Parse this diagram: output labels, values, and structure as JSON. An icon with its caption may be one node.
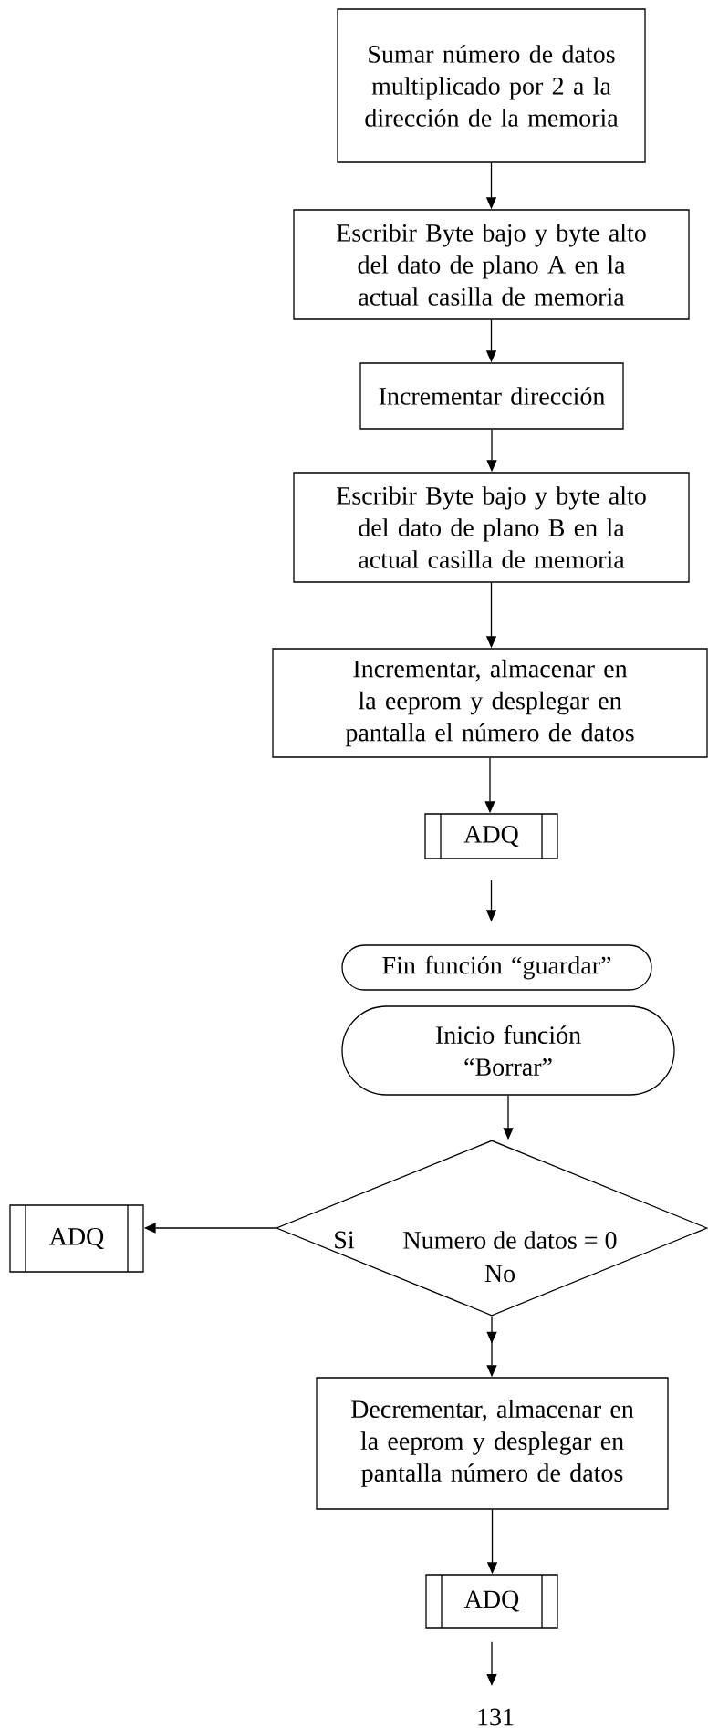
{
  "diagram": {
    "nodes": [
      {
        "text": [
          "Sumar número de datos multiplicado por 2 a la dirección de la memoria"
        ]
      },
      {
        "text": [
          "Escribir Byte bajo y byte alto del dato de plano A en la actual casilla de memoria"
        ]
      },
      {
        "text": [
          "Incrementar dirección"
        ]
      },
      {
        "text": [
          "Escribir Byte bajo y byte alto del dato de plano B en la actual casilla de memoria"
        ]
      },
      {
        "text": [
          "Incrementar, almacenar en la eeprom y desplegar en pantalla el número de datos"
        ]
      },
      {
        "text": [
          "ADQ"
        ]
      },
      {
        "text": [
          "Fin función “guardar”"
        ]
      },
      {
        "text": [
          "Inicio función “Borrar”"
        ]
      },
      {
        "text": [
          "Si",
          "Numero de datos = 0",
          "No"
        ]
      },
      {
        "text": [
          "ADQ"
        ]
      },
      {
        "text": [
          "Decrementar, almacenar en la eeprom y desplegar en pantalla número de datos"
        ]
      },
      {
        "text": [
          "ADQ"
        ]
      }
    ],
    "edges": [
      {
        "from": 0,
        "to": 1,
        "arrow": "to"
      },
      {
        "from": 1,
        "to": 2,
        "arrow": "to"
      },
      {
        "from": 2,
        "to": 3,
        "arrow": "to"
      },
      {
        "from": 3,
        "to": 4,
        "arrow": "to"
      },
      {
        "from": 4,
        "to": 5,
        "arrow": "to"
      },
      {
        "from": 5,
        "to": 6,
        "arrow": "to"
      },
      {
        "from": 7,
        "to": 8,
        "arrow": "to"
      },
      {
        "from": 8,
        "to": 9,
        "arrow": "to"
      },
      {
        "from": 8,
        "to": 10,
        "arrow": "to"
      },
      {
        "from": 10,
        "to": 11,
        "arrow": "to"
      },
      {
        "from": 11,
        "to": null,
        "arrow": "to"
      }
    ],
    "labels": [
      "131"
    ]
  }
}
